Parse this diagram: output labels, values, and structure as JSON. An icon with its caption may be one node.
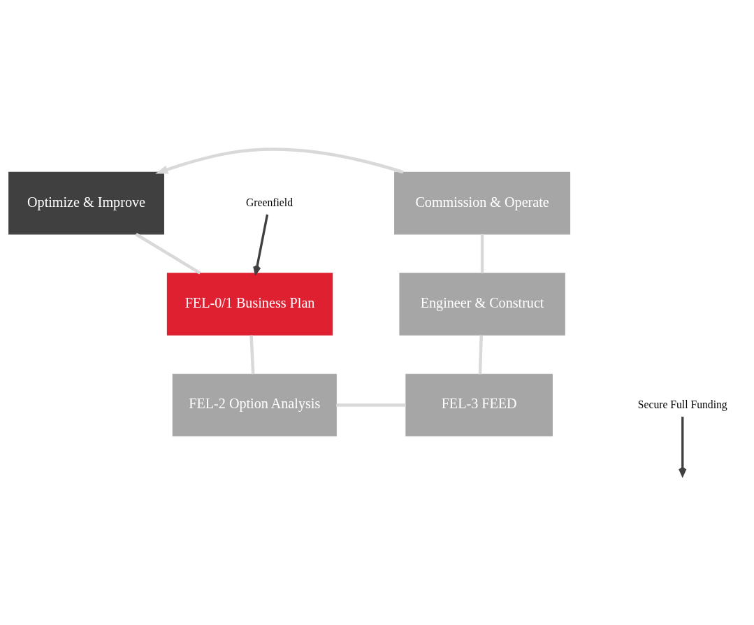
{
  "diagram": {
    "nodes": [
      {
        "text": [
          "Optimize & Improve"
        ]
      },
      {
        "text": [
          "Greenfield"
        ]
      },
      {
        "text": [
          "FEL-0/1 Business Plan"
        ]
      },
      {
        "text": [
          "FEL-2 Option Analysis"
        ]
      },
      {
        "text": [
          "FEL-3 FEED"
        ]
      },
      {
        "text": [
          "Engineer & Construct"
        ]
      },
      {
        "text": [
          "Commission & Operate"
        ]
      },
      {
        "text": [
          "Secure Full Funding"
        ]
      }
    ],
    "edges": [
      {
        "from": 0,
        "to": 2,
        "arrow": "none"
      },
      {
        "from": 2,
        "to": 3,
        "arrow": "none"
      },
      {
        "from": 3,
        "to": 4,
        "arrow": "none"
      },
      {
        "from": 4,
        "to": 5,
        "arrow": "none"
      },
      {
        "from": 5,
        "to": 6,
        "arrow": "none"
      },
      {
        "from": 6,
        "to": 0,
        "arrow": "to"
      },
      {
        "from": 1,
        "to": 2,
        "arrow": "to",
        "color": "#404040"
      },
      {
        "from": 7,
        "to": null,
        "arrow": "to",
        "color": "#404040"
      }
    ]
  }
}
